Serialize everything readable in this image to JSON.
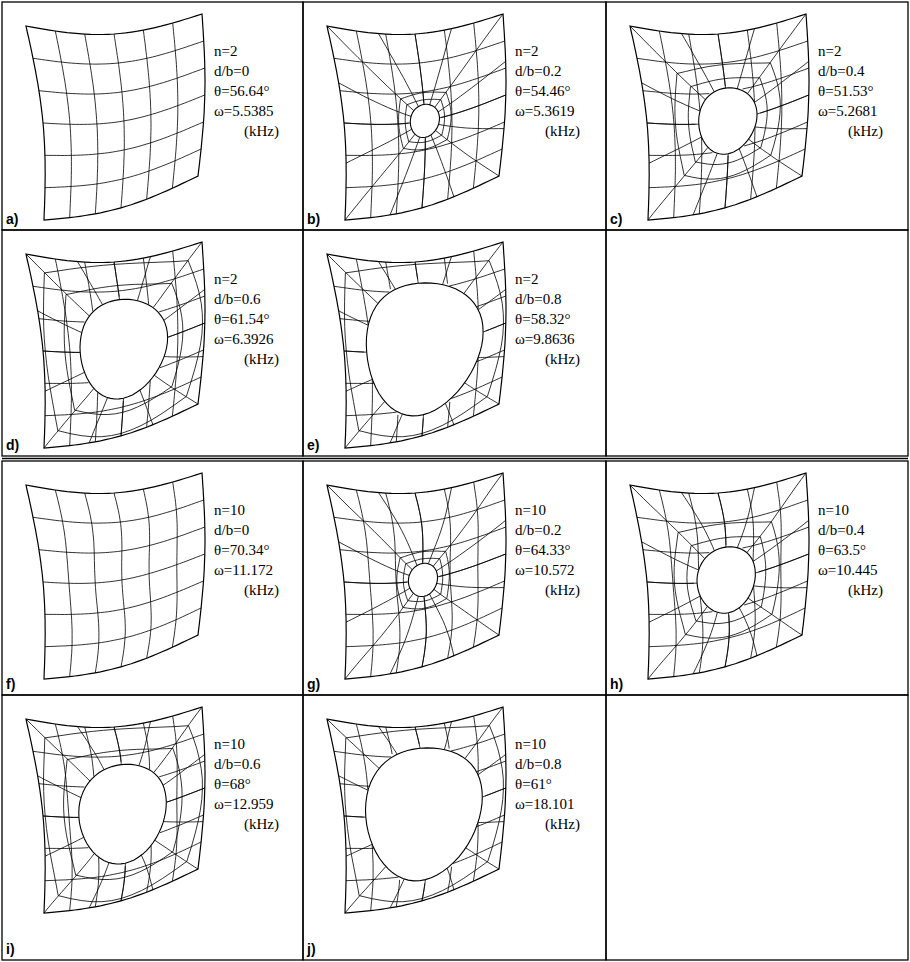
{
  "diagram": {
    "nodes": [
      {
        "text": [
          "n=2",
          "d/b=0",
          "θ=56.64°",
          "ω=5.5385",
          "(kHz)",
          "a)"
        ]
      },
      {
        "text": [
          "n=2",
          "d/b=0.2",
          "θ=54.46°",
          "ω=5.3619",
          "(kHz)",
          "b)"
        ]
      },
      {
        "text": [
          "n=2",
          "d/b=0.4",
          "θ=51.53°",
          "ω=5.2681",
          "(kHz)",
          "c)"
        ]
      },
      {
        "text": [
          "n=2",
          "d/b=0.6",
          "θ=61.54°",
          "ω=6.3926",
          "(kHz)",
          "d)"
        ]
      },
      {
        "text": [
          "n=2",
          "d/b=0.8",
          "θ=58.32°",
          "ω=9.8636",
          "(kHz)",
          "e)"
        ]
      },
      {
        "text": [
          "n=10",
          "d/b=0",
          "θ=70.34°",
          "ω=11.172",
          "(kHz)",
          "f)"
        ]
      },
      {
        "text": [
          "n=10",
          "d/b=0.2",
          "θ=64.33°",
          "ω=10.572",
          "(kHz)",
          "g)"
        ]
      },
      {
        "text": [
          "n=10",
          "d/b=0.4",
          "θ=63.5°",
          "ω=10.445",
          "(kHz)",
          "h)"
        ]
      },
      {
        "text": [
          "n=10",
          "d/b=0.6",
          "θ=68°",
          "ω=12.959",
          "(kHz)",
          "i)"
        ]
      },
      {
        "text": [
          "n=10",
          "d/b=0.8",
          "θ=61°",
          "ω=18.101",
          "(kHz)",
          "j)"
        ]
      }
    ]
  }
}
